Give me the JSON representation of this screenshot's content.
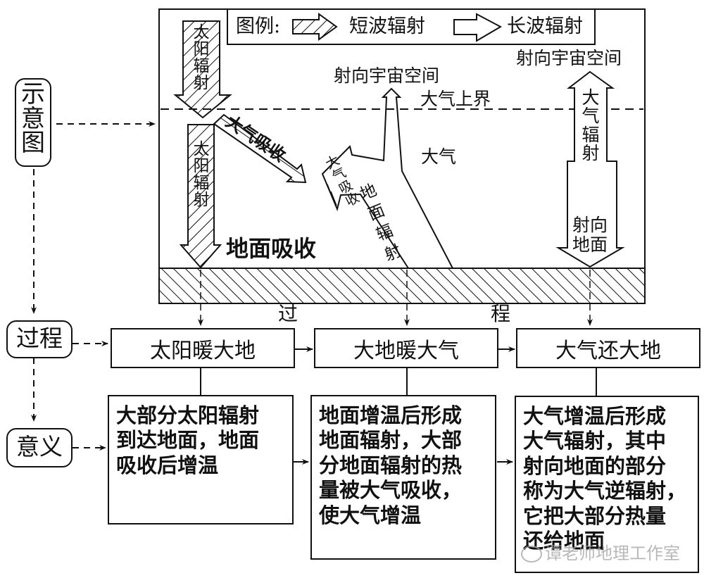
{
  "diagram": {
    "legend": {
      "prefix": "图例:",
      "short_wave": "短波辐射",
      "long_wave": "长波辐射"
    },
    "labels": {
      "space_left": "射向宇宙空间",
      "space_right": "射向宇宙空间",
      "upper_boundary": "大气上界",
      "atmosphere": "大气",
      "ground_absorb": "地面吸收",
      "atm_absorb_short": "大气吸收",
      "atm_absorb_long": [
        "大",
        "气",
        "吸",
        "收"
      ],
      "solar_top": [
        "太",
        "阳",
        "辐",
        "射"
      ],
      "solar_bottom": [
        "太",
        "阳",
        "辐",
        "射"
      ],
      "ground_radiation": [
        "地",
        "面",
        "辐",
        "射"
      ],
      "atm_radiation": [
        "大",
        "气",
        "辐",
        "射"
      ],
      "toward_ground": [
        "射向",
        "地面"
      ],
      "process_split": [
        "过",
        "程"
      ]
    }
  },
  "left_labels": {
    "schematic": [
      "示",
      "意",
      "图"
    ],
    "process": "过程",
    "meaning": "意义"
  },
  "process": [
    {
      "title": "太阳暖大地"
    },
    {
      "title": "大地暖大气"
    },
    {
      "title": "大气还大地"
    }
  ],
  "meaning": [
    {
      "lines": [
        "大部分太阳辐射",
        "到达地面，地面",
        "吸收后增温"
      ]
    },
    {
      "lines": [
        "地面增温后形成",
        "地面辐射，大部",
        "分地面辐射的热",
        "量被大气吸收，",
        "使大气增温"
      ]
    },
    {
      "lines": [
        "大气增温后形成",
        "大气辐射，其中",
        "射向地面的部分",
        "称为大气逆辐射，",
        "它把大部分热量",
        "还给地面"
      ]
    }
  ],
  "watermark": "谭老师地理工作室"
}
